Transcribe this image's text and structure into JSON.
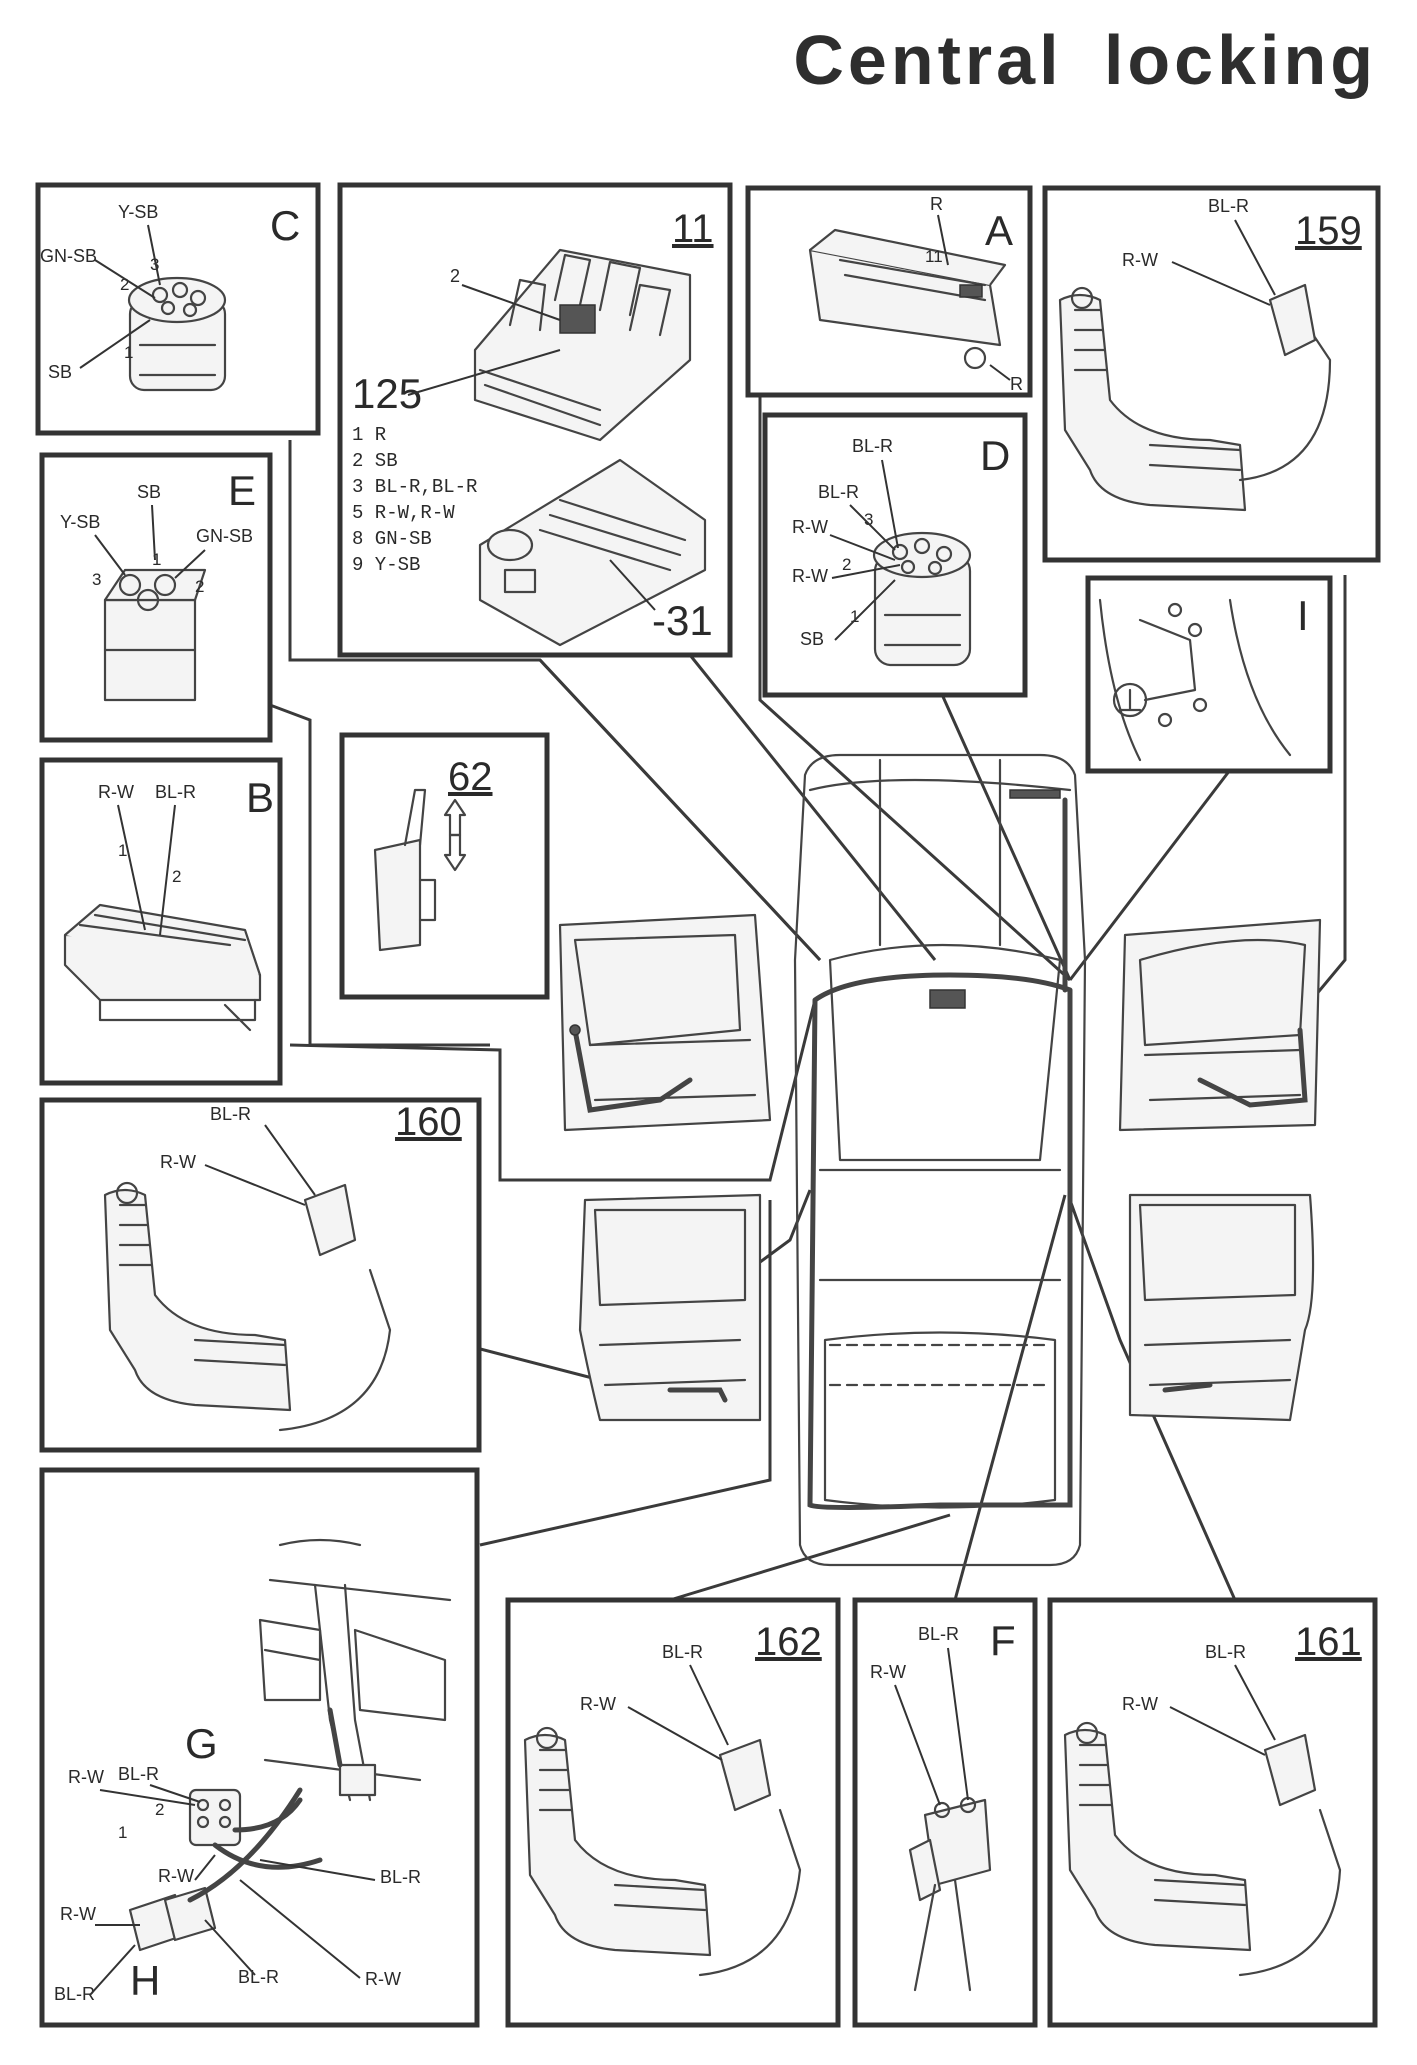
{
  "title": "Central locking",
  "panels": {
    "C": {
      "letter": "C",
      "wires": [
        "Y-SB",
        "GN-SB",
        "SB"
      ],
      "pins": [
        "3",
        "2",
        "1"
      ]
    },
    "E": {
      "letter": "E",
      "wires": [
        "SB",
        "Y-SB",
        "GN-SB"
      ],
      "pins": [
        "1",
        "3",
        "2"
      ]
    },
    "B": {
      "letter": "B",
      "wires": [
        "R-W",
        "BL-R"
      ],
      "pins": [
        "1",
        "2"
      ]
    },
    "fusebox": {
      "number": "11",
      "callout_2": "2",
      "callout_125": "125",
      "callout_31": "-31",
      "legend": [
        "1 R",
        "2 SB",
        "3 BL-R,BL-R",
        "5 R-W,R-W",
        "8 GN-SB",
        "9 Y-SB"
      ]
    },
    "A": {
      "letter": "A",
      "wire_top": "R",
      "pin": "11",
      "wire_bottom": "R"
    },
    "D": {
      "letter": "D",
      "wires": [
        "BL-R",
        "BL-R",
        "R-W",
        "R-W",
        "SB"
      ],
      "pins": [
        "3",
        "2",
        "1"
      ]
    },
    "p159": {
      "number": "159",
      "wires": [
        "BL-R",
        "R-W"
      ]
    },
    "I": {
      "letter": "I"
    },
    "p62": {
      "number": "62"
    },
    "p160": {
      "number": "160",
      "wires": [
        "BL-R",
        "R-W"
      ]
    },
    "G": {
      "letter": "G",
      "letter_h": "H",
      "pins": [
        "2",
        "1"
      ],
      "wires": [
        "R-W",
        "BL-R",
        "R-W",
        "R-W",
        "BL-R",
        "BL-R",
        "R-W",
        "BL-R"
      ]
    },
    "p162": {
      "number": "162",
      "wires": [
        "BL-R",
        "R-W"
      ]
    },
    "F": {
      "letter": "F",
      "wires": [
        "BL-R",
        "R-W"
      ]
    },
    "p161": {
      "number": "161",
      "wires": [
        "BL-R",
        "R-W"
      ]
    }
  }
}
